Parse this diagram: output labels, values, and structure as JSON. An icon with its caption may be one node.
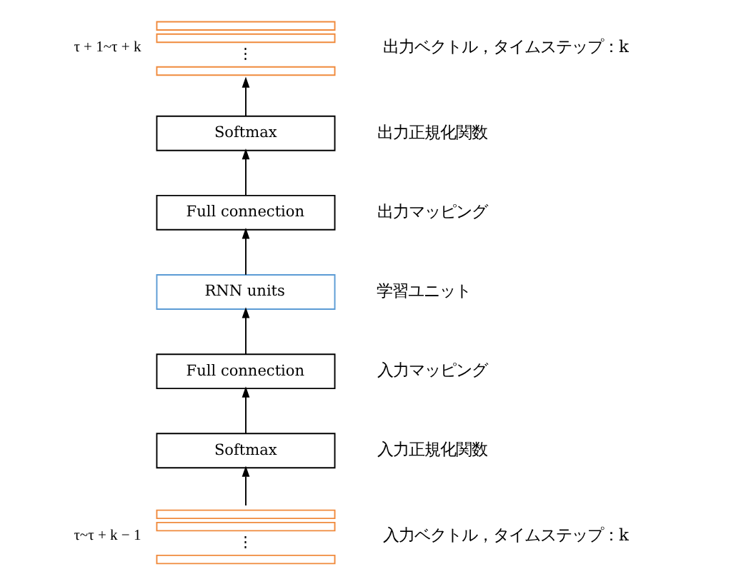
{
  "diagram": {
    "nodes": [
      {
        "text": [
          "⋮"
        ],
        "beside": [
          "τ + 1~τ + k",
          "出力ベクトル，タイムステップ：k"
        ]
      },
      {
        "text": [
          "Softmax"
        ],
        "beside": [
          "出力正規化関数"
        ]
      },
      {
        "text": [
          "Full connection"
        ],
        "beside": [
          "出力マッピング"
        ]
      },
      {
        "text": [
          "RNN units"
        ],
        "beside": [
          "学習ユニット"
        ]
      },
      {
        "text": [
          "Full connection"
        ],
        "beside": [
          "入力マッピング"
        ]
      },
      {
        "text": [
          "Softmax"
        ],
        "beside": [
          "入力正規化関数"
        ]
      },
      {
        "text": [
          "⋮"
        ],
        "beside": [
          "τ~τ + k − 1",
          "入力ベクトル，タイムステップ：k"
        ]
      }
    ],
    "edges": [
      {
        "from": 6,
        "to": 5,
        "arrow": "to"
      },
      {
        "from": 5,
        "to": 4,
        "arrow": "to"
      },
      {
        "from": 4,
        "to": 3,
        "arrow": "to"
      },
      {
        "from": 3,
        "to": 2,
        "arrow": "to"
      },
      {
        "from": 2,
        "to": 1,
        "arrow": "to"
      },
      {
        "from": 1,
        "to": 0,
        "arrow": "to"
      }
    ]
  }
}
